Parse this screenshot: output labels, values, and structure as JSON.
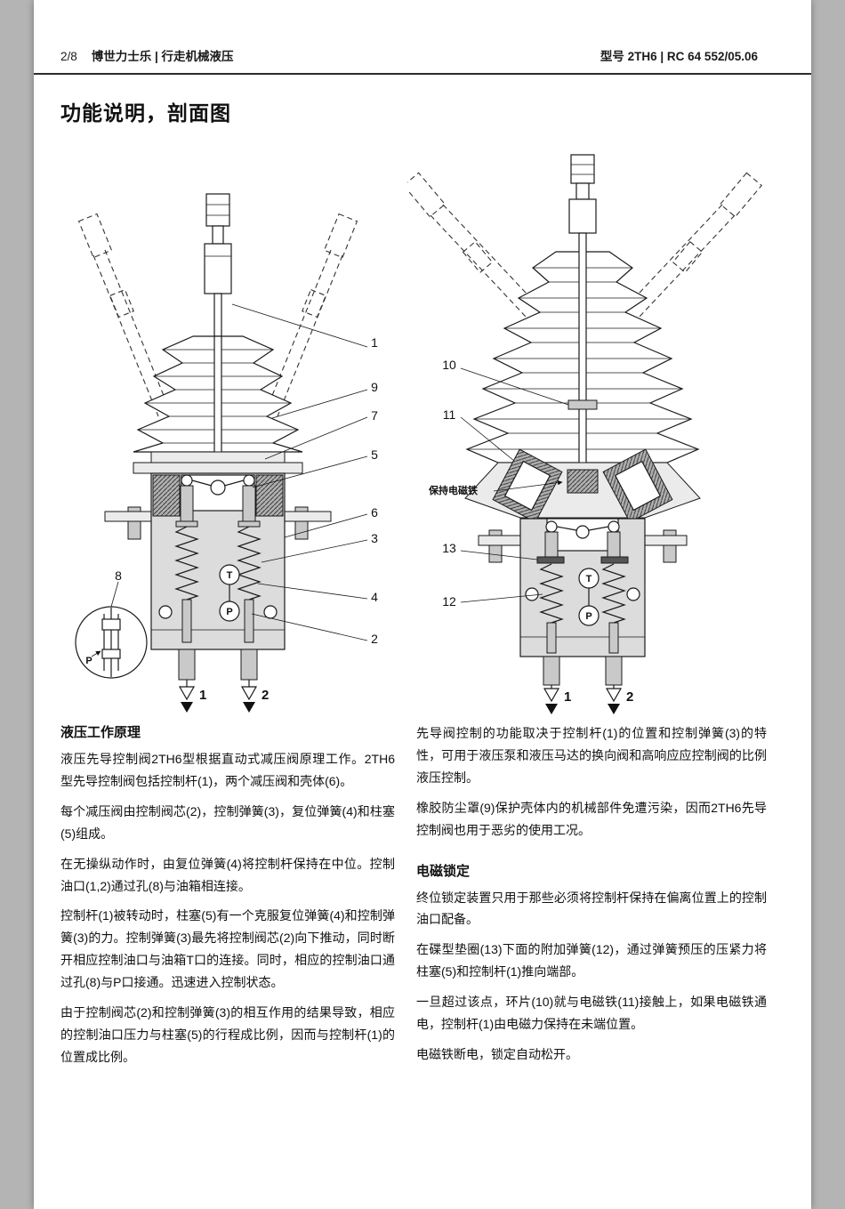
{
  "header": {
    "page_num": "2/8",
    "brand": "博世力士乐 | 行走机械液压",
    "doc_code": "型号 2TH6 | RC 64 552/05.06"
  },
  "title": "功能说明，剖面图",
  "fig_left": {
    "callouts": {
      "c1": "1",
      "c9": "9",
      "c7": "7",
      "c5": "5",
      "c6": "6",
      "c3": "3",
      "c4": "4",
      "c2": "2",
      "c8": "8"
    },
    "ports": {
      "p1": "1",
      "p2": "2"
    },
    "labels": {
      "t": "T",
      "p": "P",
      "detail_p": "P"
    }
  },
  "fig_right": {
    "callouts": {
      "c10": "10",
      "c11": "11",
      "c13": "13",
      "c12": "12"
    },
    "solenoid_label": "保持电磁铁",
    "ports": {
      "p1": "1",
      "p2": "2"
    },
    "labels": {
      "t": "T",
      "p": "P"
    }
  },
  "left_col": {
    "heading": "液压工作原理",
    "paras": [
      "液压先导控制阀2TH6型根据直动式减压阀原理工作。2TH6型先导控制阀包括控制杆(1)，两个减压阀和壳体(6)。",
      "每个减压阀由控制阀芯(2)，控制弹簧(3)，复位弹簧(4)和柱塞(5)组成。",
      "在无操纵动作时，由复位弹簧(4)将控制杆保持在中位。控制油口(1,2)通过孔(8)与油箱相连接。",
      "控制杆(1)被转动时，柱塞(5)有一个克服复位弹簧(4)和控制弹簧(3)的力。控制弹簧(3)最先将控制阀芯(2)向下推动，同时断开相应控制油口与油箱T口的连接。同时，相应的控制油口通过孔(8)与P口接通。迅速进入控制状态。",
      "由于控制阀芯(2)和控制弹簧(3)的相互作用的结果导致，相应的控制油口压力与柱塞(5)的行程成比例，因而与控制杆(1)的位置成比例。"
    ]
  },
  "right_col": {
    "paras_top": [
      "先导阀控制的功能取决于控制杆(1)的位置和控制弹簧(3)的特性，可用于液压泵和液压马达的换向阀和高响应应控制阀的比例液压控制。",
      "橡胶防尘罩(9)保护壳体内的机械部件免遭污染，因而2TH6先导控制阀也用于恶劣的使用工况。"
    ],
    "heading": "电磁锁定",
    "paras": [
      "终位锁定装置只用于那些必须将控制杆保持在偏离位置上的控制油口配备。",
      "在碟型垫圈(13)下面的附加弹簧(12)，通过弹簧预压的压紧力将柱塞(5)和控制杆(1)推向端部。",
      "一旦超过该点，环片(10)就与电磁铁(11)接触上，如果电磁铁通电，控制杆(1)由电磁力保持在未端位置。",
      "电磁铁断电，锁定自动松开。"
    ]
  }
}
